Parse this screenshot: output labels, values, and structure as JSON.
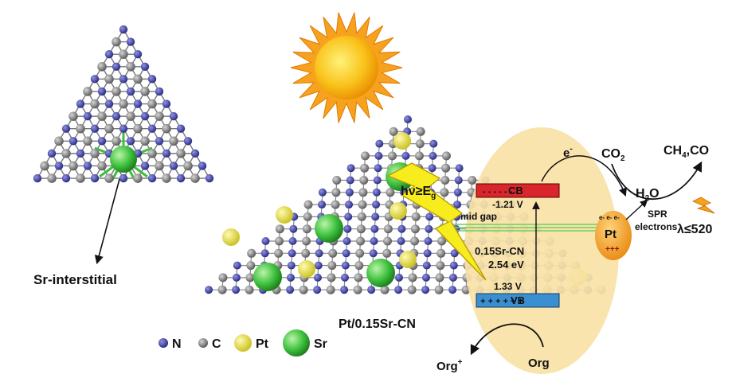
{
  "labels": {
    "sr_interstitial": "Sr-interstitial",
    "composite": "Pt/0.15Sr-CN",
    "excitation": "hν≥E",
    "excitation_sub": "g",
    "cb": "CB",
    "cb_potential": "-1.21 V",
    "mid_gap": "mid gap",
    "material": "0.15Sr-CN",
    "bandgap": "2.54 eV",
    "vb_potential": "1.33 V",
    "vb": "VB",
    "electron": "e",
    "electron_sup": "-",
    "co2": "CO",
    "co2_sub": "2",
    "products": "CH",
    "products_sub": "4",
    "products_tail": ",CO",
    "h2o": "H",
    "h2o_sub": "2",
    "h2o_tail": "O",
    "pt_electrons": "e- e- e-",
    "pt": "Pt",
    "pt_holes": "+++",
    "spr": "SPR",
    "spr_electrons": "electrons",
    "wavelength": "λ≤520",
    "org_plus": "Org",
    "org_plus_sup": "+",
    "org": "Org",
    "cb_signs": "- - -      - - -",
    "vb_signs": "+ + +       + + +"
  },
  "legend": [
    {
      "label": "N",
      "color": "#3a3d9c"
    },
    {
      "label": "C",
      "color": "#7a7a7a"
    },
    {
      "label": "Pt",
      "color": "#e6e04a"
    },
    {
      "label": "Sr",
      "color": "#3cbf3c"
    }
  ],
  "colors": {
    "nitrogen": "#3a3d9c",
    "carbon": "#7a7a7a",
    "platinum": "#e6e04a",
    "strontium": "#3cbf3c",
    "cb_band": "#d8262c",
    "vb_band": "#3a8fd1",
    "ellipse": "#f8e2a6",
    "lightning": "#f7ec1e",
    "sun": "#f4b400"
  }
}
